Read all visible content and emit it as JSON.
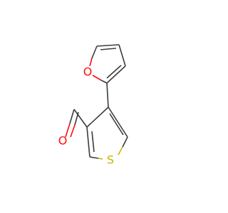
{
  "atoms": {
    "furan_oxygen": {
      "symbol": "O",
      "color": "#ff0d0d"
    },
    "carbonyl_oxygen": {
      "symbol": "O",
      "color": "#ff0d0d"
    },
    "thiophene_sulfur": {
      "symbol": "S",
      "color": "#c8b400"
    }
  },
  "bond_color": "#3c3c3c"
}
